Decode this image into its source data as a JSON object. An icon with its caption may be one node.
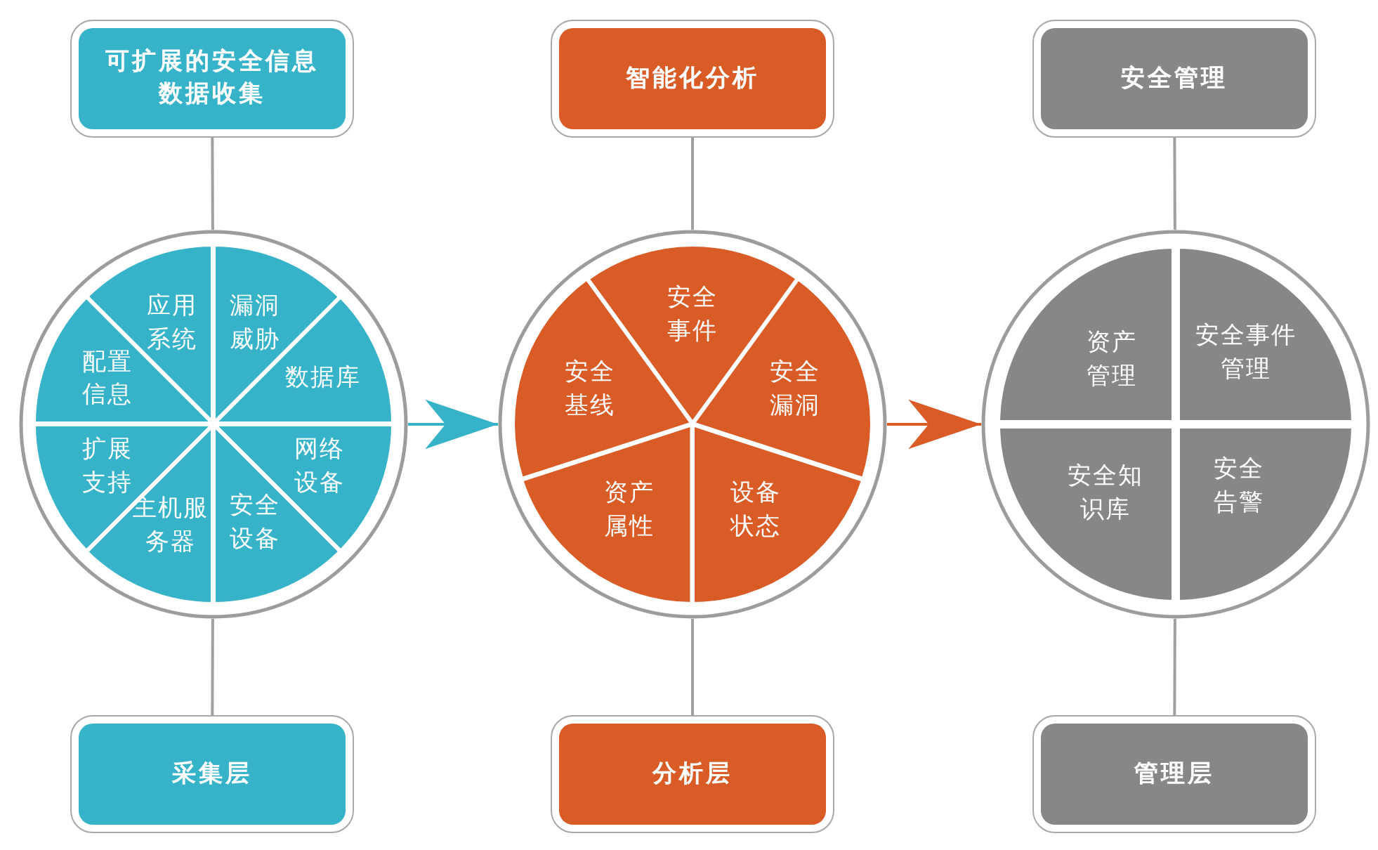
{
  "diagram": {
    "nodes": [
      {
        "text": [
          "可扩展的安全信息数据收集"
        ]
      },
      {
        "text": [],
        "shape": "circle"
      },
      {
        "text": [
          "应用系统"
        ],
        "in": 1
      },
      {
        "text": [
          "漏洞威胁"
        ],
        "in": 1
      },
      {
        "text": [
          "数据库"
        ],
        "in": 1
      },
      {
        "text": [
          "网络设备"
        ],
        "in": 1
      },
      {
        "text": [
          "安全设备"
        ],
        "in": 1
      },
      {
        "text": [
          "主机服务器"
        ],
        "in": 1
      },
      {
        "text": [
          "扩展支持"
        ],
        "in": 1
      },
      {
        "text": [
          "配置信息"
        ],
        "in": 1
      },
      {
        "text": [
          "采集层"
        ]
      },
      {
        "text": [
          "智能化分析"
        ]
      },
      {
        "text": [],
        "shape": "circle"
      },
      {
        "text": [
          "安全事件"
        ],
        "in": 12
      },
      {
        "text": [
          "安全漏洞"
        ],
        "in": 12
      },
      {
        "text": [
          "设备状态"
        ],
        "in": 12
      },
      {
        "text": [
          "资产属性"
        ],
        "in": 12
      },
      {
        "text": [
          "安全基线"
        ],
        "in": 12
      },
      {
        "text": [
          "分析层"
        ]
      },
      {
        "text": [
          "安全管理"
        ]
      },
      {
        "text": [],
        "shape": "circle"
      },
      {
        "text": [
          "资产管理"
        ],
        "in": 20
      },
      {
        "text": [
          "安全事件管理"
        ],
        "in": 20
      },
      {
        "text": [
          "安全知识库"
        ],
        "in": 20
      },
      {
        "text": [
          "安全告警"
        ],
        "in": 20
      },
      {
        "text": [
          "管理层"
        ]
      }
    ],
    "edges": [
      {
        "from": 0,
        "to": 1,
        "arrow": "none"
      },
      {
        "from": 1,
        "to": 10,
        "arrow": "none"
      },
      {
        "from": 1,
        "to": 12,
        "arrow": "to",
        "color": "#36b3c9"
      },
      {
        "from": 11,
        "to": 12,
        "arrow": "none"
      },
      {
        "from": 12,
        "to": 18,
        "arrow": "none"
      },
      {
        "from": 12,
        "to": 20,
        "arrow": "to",
        "color": "#d95b26"
      },
      {
        "from": 19,
        "to": 20,
        "arrow": "none"
      },
      {
        "from": 20,
        "to": 25,
        "arrow": "none"
      }
    ]
  }
}
